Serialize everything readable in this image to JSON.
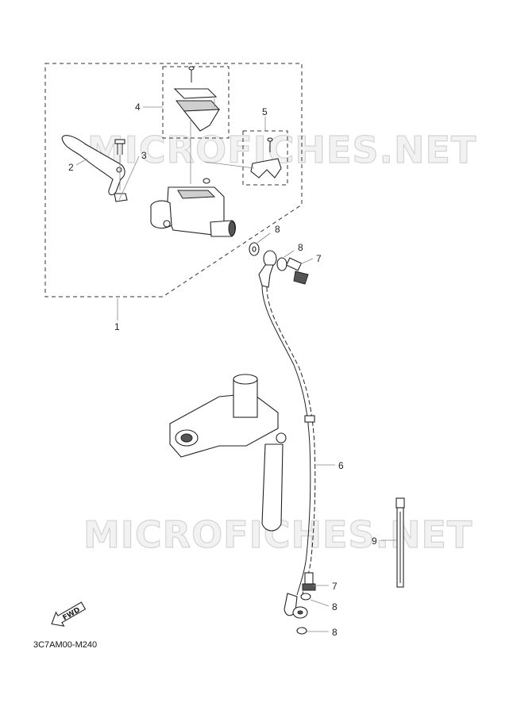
{
  "diagram_code": "3C7AM00-M240",
  "watermark": "MICROFICHES.NET",
  "fwd_label": "FWD",
  "callouts": [
    {
      "id": "c1",
      "label": "1"
    },
    {
      "id": "c2",
      "label": "2"
    },
    {
      "id": "c3",
      "label": "3"
    },
    {
      "id": "c4",
      "label": "4"
    },
    {
      "id": "c5",
      "label": "5"
    },
    {
      "id": "c6",
      "label": "6"
    },
    {
      "id": "c7a",
      "label": "7"
    },
    {
      "id": "c7b",
      "label": "7"
    },
    {
      "id": "c8a",
      "label": "8"
    },
    {
      "id": "c8b",
      "label": "8"
    },
    {
      "id": "c8c",
      "label": "8"
    },
    {
      "id": "c8d",
      "label": "8"
    },
    {
      "id": "c9",
      "label": "9"
    }
  ]
}
